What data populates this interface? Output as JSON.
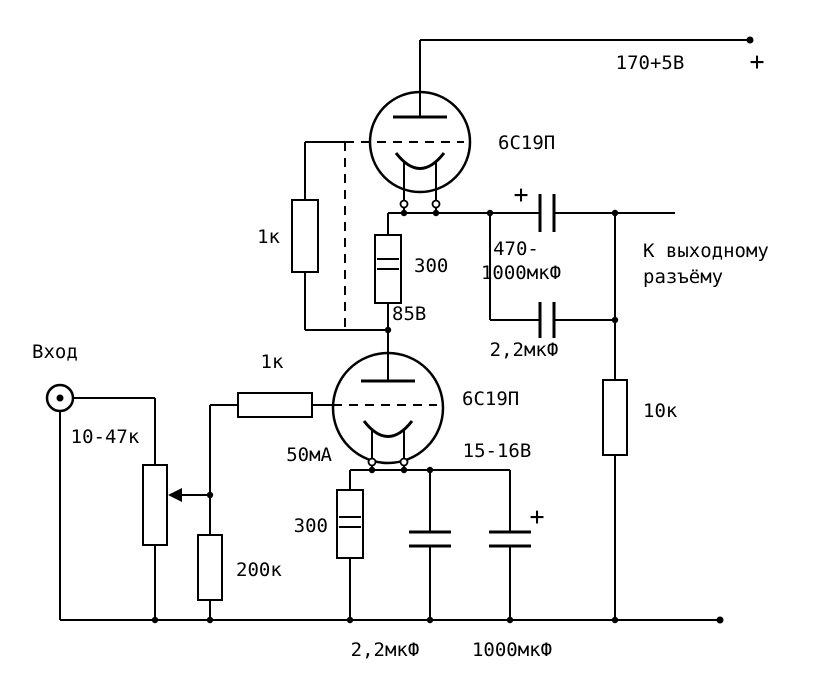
{
  "diagram": {
    "type": "tube-amplifier-schematic",
    "colors": {
      "line": "#000000",
      "background": "#ffffff"
    },
    "labels": {
      "supply_voltage": "170+5В",
      "supply_plus": "+",
      "upper_tube": "6С19П",
      "lower_tube": "6С19П",
      "upper_grid_resistor": "1к",
      "upper_cathode_resistor": "300",
      "anode_node_voltage": "85В",
      "output_cap_plus": "+",
      "output_cap_value_line1": "470-",
      "output_cap_value_line2": "1000мкФ",
      "output_film_cap_value": "2,2мкФ",
      "output_text_line1": "К выходному",
      "output_text_line2": "разъёму",
      "load_resistor": "10к",
      "input_label": "Вход",
      "pot_value": "10-47к",
      "lower_grid_resistor": "1к",
      "grid_leak_resistor": "200к",
      "cathode_current": "50мА",
      "cathode_voltage": "15-16В",
      "lower_cathode_resistor": "300",
      "bypass_cap_plus": "+",
      "bottom_film_cap_value": "2,2мкФ",
      "bottom_electrolytic_cap_value": "1000мкФ"
    }
  }
}
